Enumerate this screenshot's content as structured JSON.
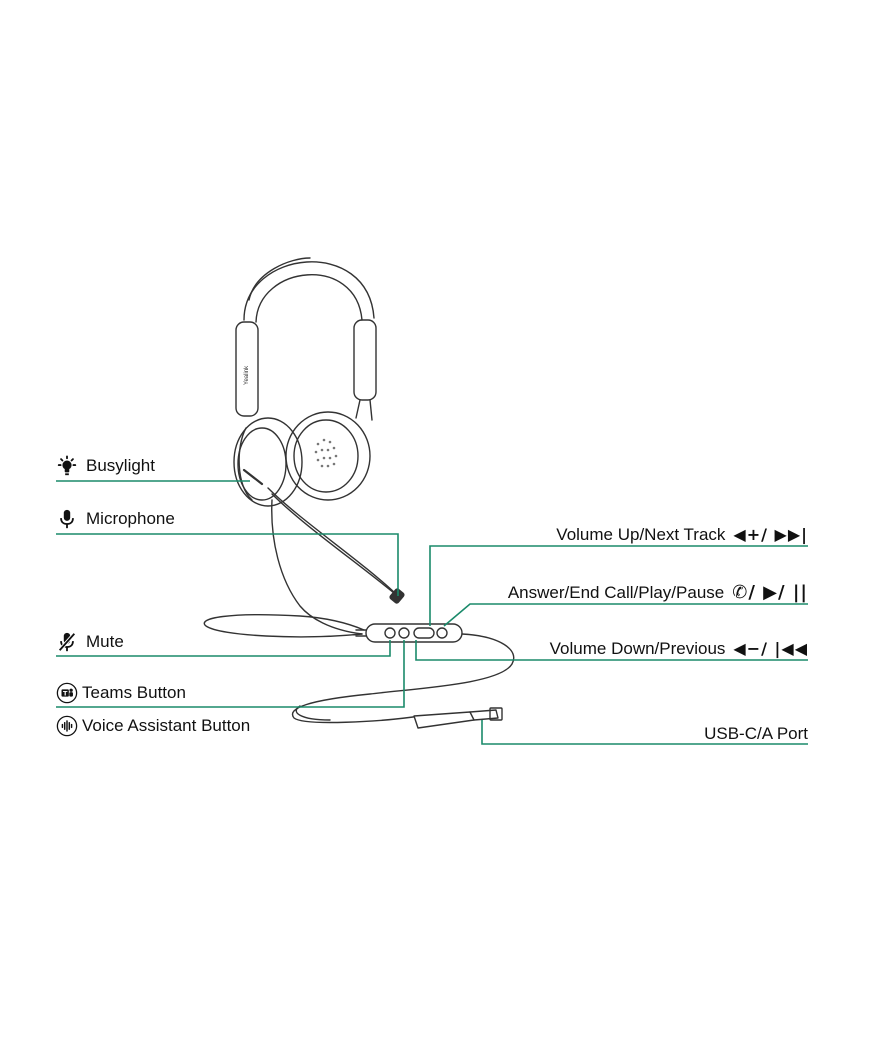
{
  "colors": {
    "leader": "#1a8a6a",
    "drawing": "#333333",
    "text": "#111111"
  },
  "brand_text": "Yealink",
  "labels": {
    "busylight": "Busylight",
    "microphone": "Microphone",
    "mute": "Mute",
    "teams": "Teams Button",
    "voice": "Voice Assistant Button",
    "volume_up": "Volume Up/Next Track",
    "answer": "Answer/End Call/Play/Pause",
    "volume_down": "Volume Down/Previous",
    "usb": "USB-C/A Port"
  },
  "symbols": {
    "volume_up": "◀+/ ▶▶|",
    "answer": "✆/ ▶/ ||",
    "volume_down": "◀−/ |◀◀"
  },
  "icons": {
    "busylight": "lightbulb-icon",
    "microphone": "microphone-icon",
    "mute": "microphone-muted-icon",
    "teams": "teams-logo-icon",
    "voice": "voice-wave-icon"
  }
}
